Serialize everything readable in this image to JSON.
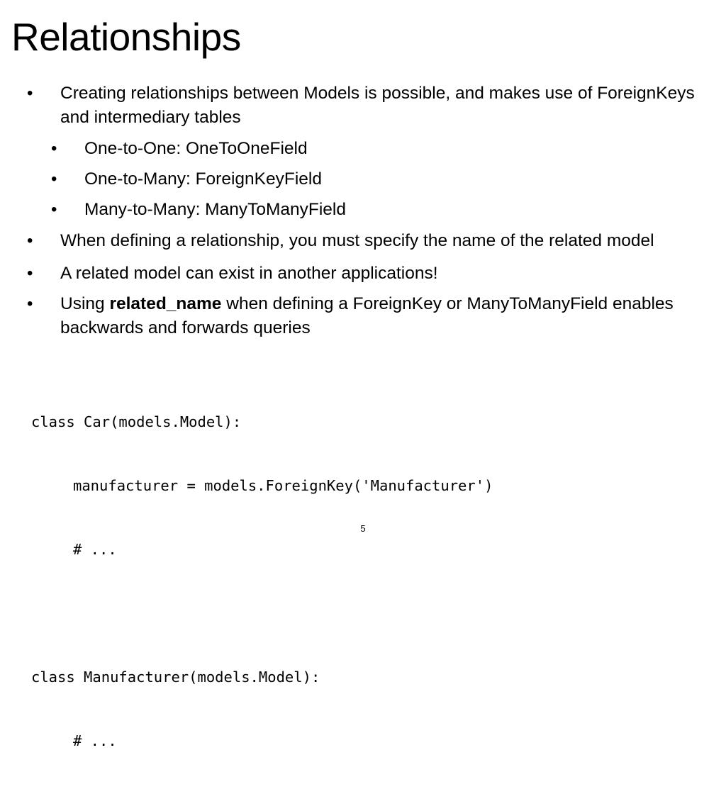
{
  "slide": {
    "title": "Relationships",
    "page_number": "5"
  },
  "bullets": {
    "b1": "Creating relationships between Models is possible, and makes use of ForeignKeys and intermediary tables",
    "b2": "One-to-One: OneToOneField",
    "b3": "One-to-Many: ForeignKeyField",
    "b4": "Many-to-Many: ManyToManyField",
    "b5": "When defining a relationship, you must specify the name of the related model",
    "b6": "A related model can exist in another applications!",
    "b7_prefix": "Using ",
    "b7_bold": "related_name",
    "b7_suffix": " when defining a ForeignKey or ManyToManyField enables backwards and forwards queries",
    "bullet_glyph": "•"
  },
  "code": {
    "line1": "class Car(models.Model):",
    "line2": "manufacturer = models.ForeignKey('Manufacturer')",
    "line3": "# ...",
    "line4": "class Manufacturer(models.Model):",
    "line5": "# ..."
  }
}
